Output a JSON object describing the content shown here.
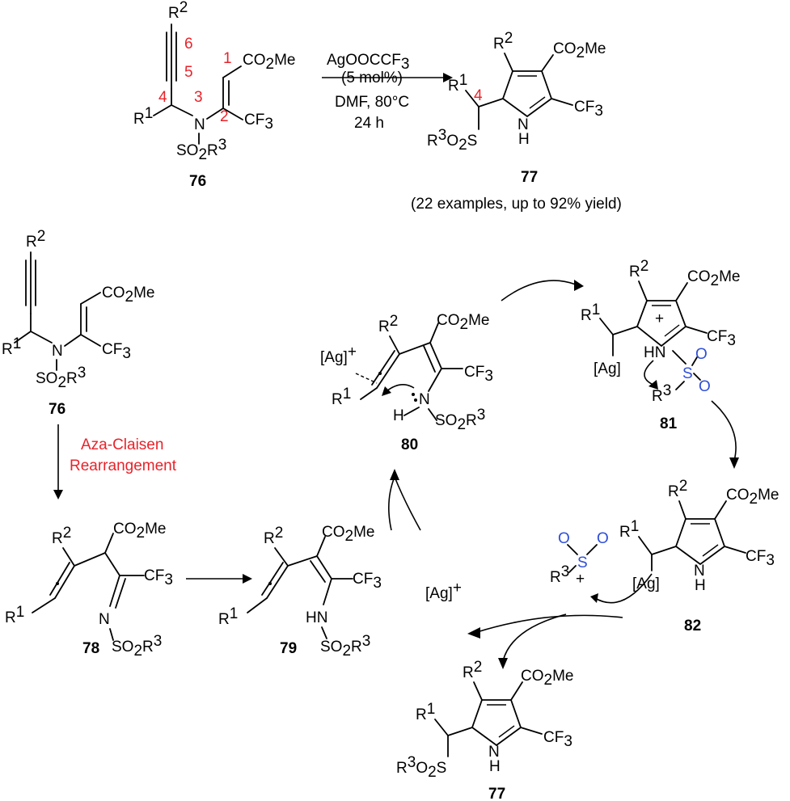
{
  "compounds": {
    "c76_top": {
      "label": "76",
      "r2": "R",
      "r2sup": "2",
      "r1": "R",
      "r1sup": "1",
      "n": "N",
      "ester": "CO",
      "ester_sub": "2",
      "ester_end": "Me",
      "cf3": "CF",
      "cf3_sub": "3",
      "sulfonyl": "SO",
      "sulfonyl_sub": "2",
      "sulfonyl_r": "R",
      "sulfonyl_sup": "3"
    },
    "c77_top": {
      "label": "77",
      "note": "(22 examples, up to 92% yield)"
    },
    "c76_left": {
      "label": "76"
    },
    "c78": {
      "label": "78"
    },
    "c79": {
      "label": "79"
    },
    "c80": {
      "label": "80",
      "ag": "[Ag]",
      "ag_sup": "+",
      "h": "H"
    },
    "c81": {
      "label": "81",
      "ag": "[Ag]",
      "hn": "HN",
      "plus": "+",
      "o": "O",
      "s": "S"
    },
    "c82": {
      "label": "82",
      "ag": "[Ag]",
      "nh": "N",
      "nh_h": "H"
    },
    "c77_bottom": {
      "label": "77"
    }
  },
  "atom_numbers": [
    "1",
    "2",
    "3",
    "4",
    "5",
    "6"
  ],
  "conditions": {
    "line1": "AgOOCCF",
    "line1_sub": "3",
    "line2": "(5 mol%)",
    "line3": "DMF, 80°C",
    "line4": "24 h"
  },
  "rearrangement": {
    "line1": "Aza-Claisen",
    "line2": "Rearrangement"
  },
  "catalyst": {
    "text": "[Ag]",
    "sup": "+"
  },
  "colors": {
    "red": "#e8232a",
    "blue": "#2f4fd8",
    "black": "#000000"
  }
}
